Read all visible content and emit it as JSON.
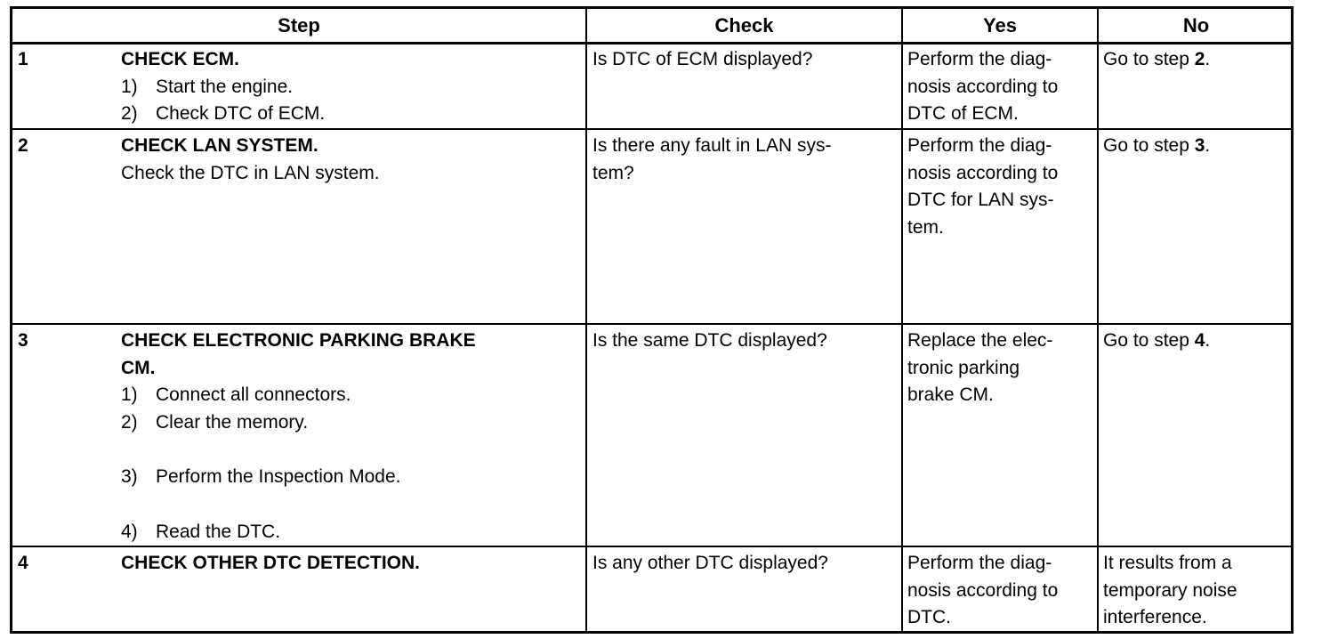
{
  "headers": {
    "step": "Step",
    "check": "Check",
    "yes": "Yes",
    "no": "No"
  },
  "rows": [
    {
      "num": "1",
      "title": "CHECK ECM.",
      "items": [
        {
          "n": "1)",
          "t": "Start the engine."
        },
        {
          "n": "2)",
          "t": "Check DTC of ECM."
        }
      ],
      "check": "Is DTC of ECM displayed?",
      "yes": [
        "Perform the diag-",
        "nosis according to",
        "DTC of ECM."
      ],
      "no_prefix": "Go to step ",
      "no_step": "2",
      "no_suffix": "."
    },
    {
      "num": "2",
      "title": "CHECK LAN SYSTEM.",
      "text": "Check the DTC in LAN system.",
      "check": [
        "Is there any fault in LAN sys-",
        "tem?"
      ],
      "yes": [
        "Perform the diag-",
        "nosis according to",
        "DTC for LAN sys-",
        "tem."
      ],
      "no_prefix": "Go to step ",
      "no_step": "3",
      "no_suffix": "."
    },
    {
      "num": "3",
      "title": [
        "CHECK ELECTRONIC PARKING BRAKE",
        "CM."
      ],
      "items": [
        {
          "n": "1)",
          "t": "Connect all connectors."
        },
        {
          "n": "2)",
          "t": "Clear the memory."
        },
        {
          "n": "3)",
          "t": "Perform the Inspection Mode."
        },
        {
          "n": "4)",
          "t": "Read the DTC."
        }
      ],
      "check": "Is the same DTC displayed?",
      "yes": [
        "Replace the elec-",
        "tronic parking",
        "brake CM."
      ],
      "no_prefix": "Go to step ",
      "no_step": "4",
      "no_suffix": "."
    },
    {
      "num": "4",
      "title": "CHECK OTHER DTC DETECTION.",
      "check": "Is any other DTC displayed?",
      "yes": [
        "Perform the diag-",
        "nosis according to",
        "DTC."
      ],
      "no": [
        "It results from a",
        "temporary noise",
        "interference."
      ]
    }
  ]
}
